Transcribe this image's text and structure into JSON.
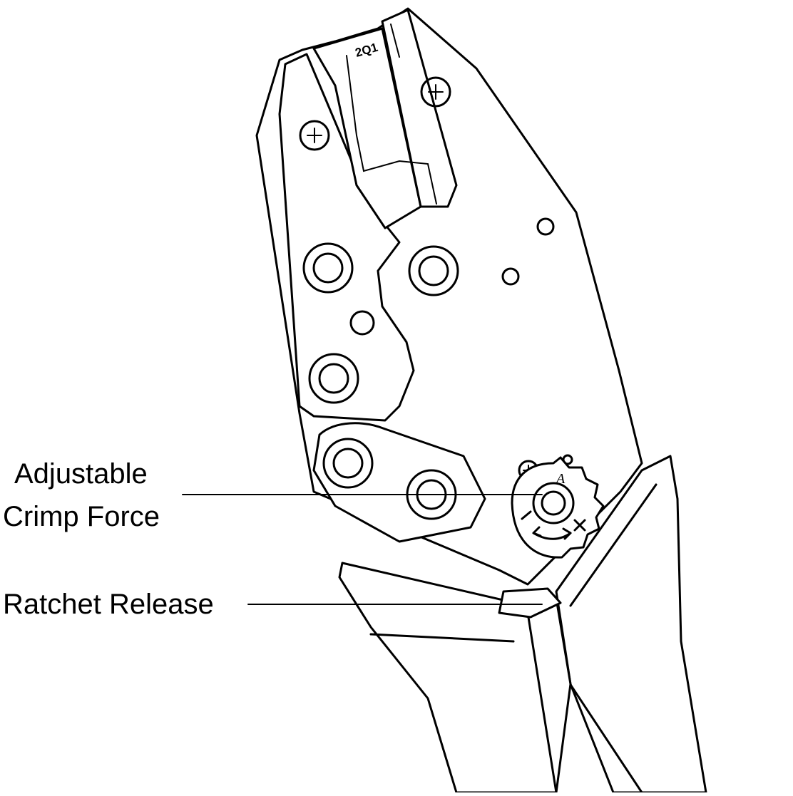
{
  "labels": {
    "adjustable_crimp_force_line1": "Adjustable",
    "adjustable_crimp_force_line2": "Crimp Force",
    "ratchet_release": "Ratchet Release"
  },
  "die_marking": "2Q1",
  "dial_marking": "A",
  "colors": {
    "line": "#000000",
    "background": "#ffffff"
  }
}
